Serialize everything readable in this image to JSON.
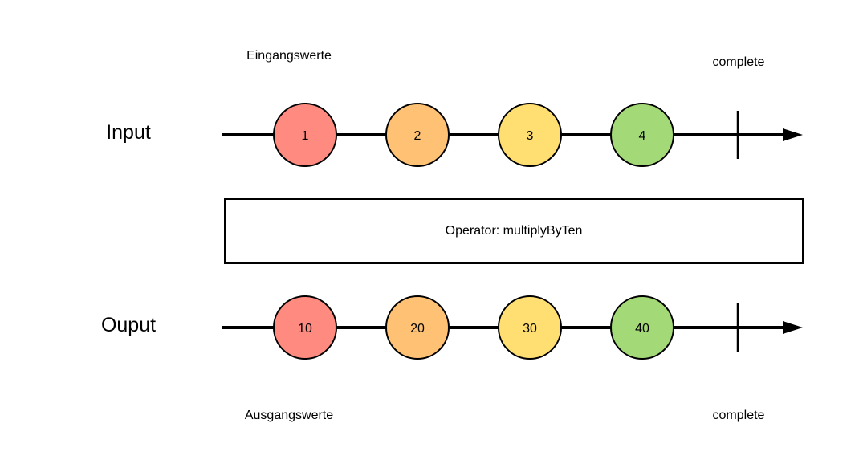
{
  "input": {
    "label": "Input",
    "caption": "Eingangswerte",
    "complete_label": "complete",
    "marbles": [
      {
        "value": "1",
        "color": "#FF8A80"
      },
      {
        "value": "2",
        "color": "#FFC174"
      },
      {
        "value": "3",
        "color": "#FFDF71"
      },
      {
        "value": "4",
        "color": "#A3D977"
      }
    ]
  },
  "operator": {
    "label": "Operator: multiplyByTen"
  },
  "output": {
    "label": "Ouput",
    "caption": "Ausgangswerte",
    "complete_label": "complete",
    "marbles": [
      {
        "value": "10",
        "color": "#FF8A80"
      },
      {
        "value": "20",
        "color": "#FFC174"
      },
      {
        "value": "30",
        "color": "#FFDF71"
      },
      {
        "value": "40",
        "color": "#A3D977"
      }
    ]
  },
  "colors": {
    "line": "#000000",
    "marble_stroke": "#000000",
    "operator_stroke": "#000000"
  }
}
